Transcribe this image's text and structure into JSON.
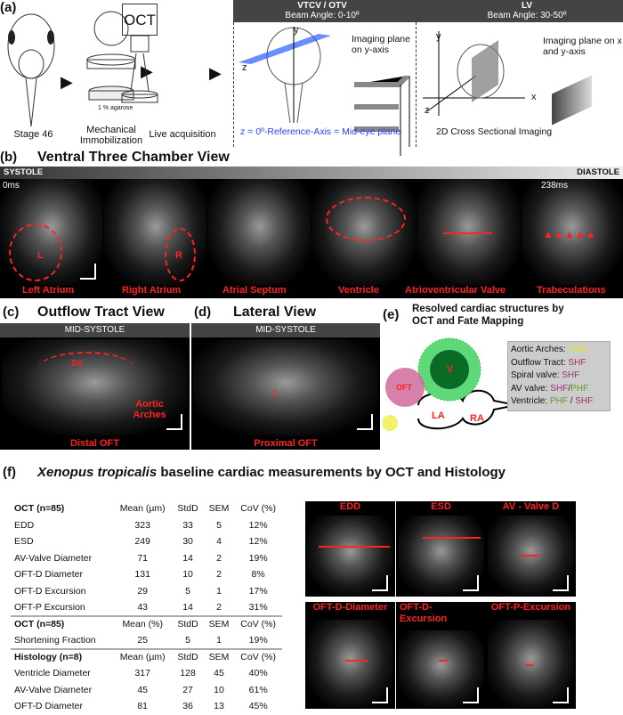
{
  "panel_a": {
    "label": "(a)",
    "steps": [
      "Stage 46",
      "Mechanical Immobilization",
      "Live acquisition"
    ],
    "agarose": "1 % agarose",
    "oct": "OCT",
    "vtcv": {
      "title": "VTCV / OTV",
      "beam": "Beam Angle: 0-10º",
      "plane": "Imaging plane on y-axis",
      "ref": "z = 0º-Reference-Axis = Mid-eye plane",
      "axes": [
        "y",
        "z"
      ]
    },
    "lv": {
      "title": "LV",
      "beam": "Beam Angle:  30-50º",
      "plane": "Imaging plane on x and y-axis",
      "caption": "2D Cross Sectional Imaging",
      "axes": [
        "y",
        "x",
        "z"
      ]
    }
  },
  "panel_b": {
    "label": "(b)",
    "title": "Ventral Three Chamber View",
    "systole": "SYSTOLE",
    "diastole": "DIASTOLE",
    "t0": "0ms",
    "t1": "238ms",
    "frames": [
      "Left  Atrium",
      "Right Atrium",
      "Atrial Septum",
      "Ventricle",
      "Atrioventricular Valve",
      "Trabeculations"
    ],
    "marks": {
      "L": "L",
      "R": "R"
    }
  },
  "panel_c": {
    "label": "(c)",
    "title": "Outflow Tract View",
    "header": "MID-SYSTOLE",
    "sv": "SV",
    "arches": "Aortic Arches",
    "caption": "Distal OFT"
  },
  "panel_d": {
    "label": "(d)",
    "title": "Lateral View",
    "header": "MID-SYSTOLE",
    "caption": "Proximal OFT"
  },
  "panel_e": {
    "label": "(e)",
    "title": "Resolved cardiac structures by OCT and Fate Mapping",
    "chambers": {
      "v": "V",
      "oft": "OFT",
      "la": "LA",
      "ra": "RA"
    },
    "legend": [
      {
        "name": "Aortic Arches: ",
        "parts": [
          {
            "t": "CNC",
            "c": "#e8e820"
          }
        ]
      },
      {
        "name": "Outflow Tract: ",
        "parts": [
          {
            "t": "SHF",
            "c": "#a0306a"
          }
        ]
      },
      {
        "name": "Spiral valve: ",
        "parts": [
          {
            "t": "SHF",
            "c": "#a0306a"
          }
        ]
      },
      {
        "name": "AV valve: ",
        "parts": [
          {
            "t": "SHF",
            "c": "#a0306a"
          },
          {
            "t": "/",
            "c": "#222"
          },
          {
            "t": "PHF",
            "c": "#5a9a2a"
          }
        ]
      },
      {
        "name": "Ventricle: ",
        "parts": [
          {
            "t": "PHF",
            "c": "#5a9a2a"
          },
          {
            "t": " / ",
            "c": "#222"
          },
          {
            "t": "SHF",
            "c": "#a0306a"
          }
        ]
      }
    ]
  },
  "panel_f": {
    "label": "(f)",
    "title_italic": "Xenopus tropicalis",
    "title_rest": " baseline cardiac measurements by OCT and Histology",
    "table": [
      {
        "h": [
          "OCT (n=85)",
          "Mean (µm)",
          "StdD",
          "SEM",
          "CoV (%)"
        ],
        "rows": [
          [
            "EDD",
            "323",
            "33",
            "5",
            "12%"
          ],
          [
            "ESD",
            "249",
            "30",
            "4",
            "12%"
          ],
          [
            "AV-Valve Diameter",
            "71",
            "14",
            "2",
            "19%"
          ],
          [
            "OFT-D Diameter",
            "131",
            "10",
            "2",
            "8%"
          ],
          [
            "OFT-D Excursion",
            "29",
            "5",
            "1",
            "17%"
          ],
          [
            "OFT-P Excursion",
            "43",
            "14",
            "2",
            "31%"
          ]
        ]
      },
      {
        "h": [
          "OCT (n=85)",
          "Mean (%)",
          "StdD",
          "SEM",
          "CoV (%)"
        ],
        "rows": [
          [
            "Shortening Fraction",
            "25",
            "5",
            "1",
            "19%"
          ]
        ]
      },
      {
        "h": [
          "Histology (n=8)",
          "Mean (µm)",
          "StdD",
          "SEM",
          "CoV (%)"
        ],
        "rows": [
          [
            "Ventricle Diameter",
            "317",
            "128",
            "45",
            "40%"
          ],
          [
            "AV-Valve Diameter",
            "45",
            "27",
            "10",
            "61%"
          ],
          [
            "OFT-D Diameter",
            "81",
            "36",
            "13",
            "45%"
          ]
        ]
      }
    ],
    "images": [
      "EDD",
      "ESD",
      "AV - Valve D",
      "OFT-D-Diameter",
      "OFT-D-\nExcursion",
      "OFT-P-Excursion"
    ]
  }
}
